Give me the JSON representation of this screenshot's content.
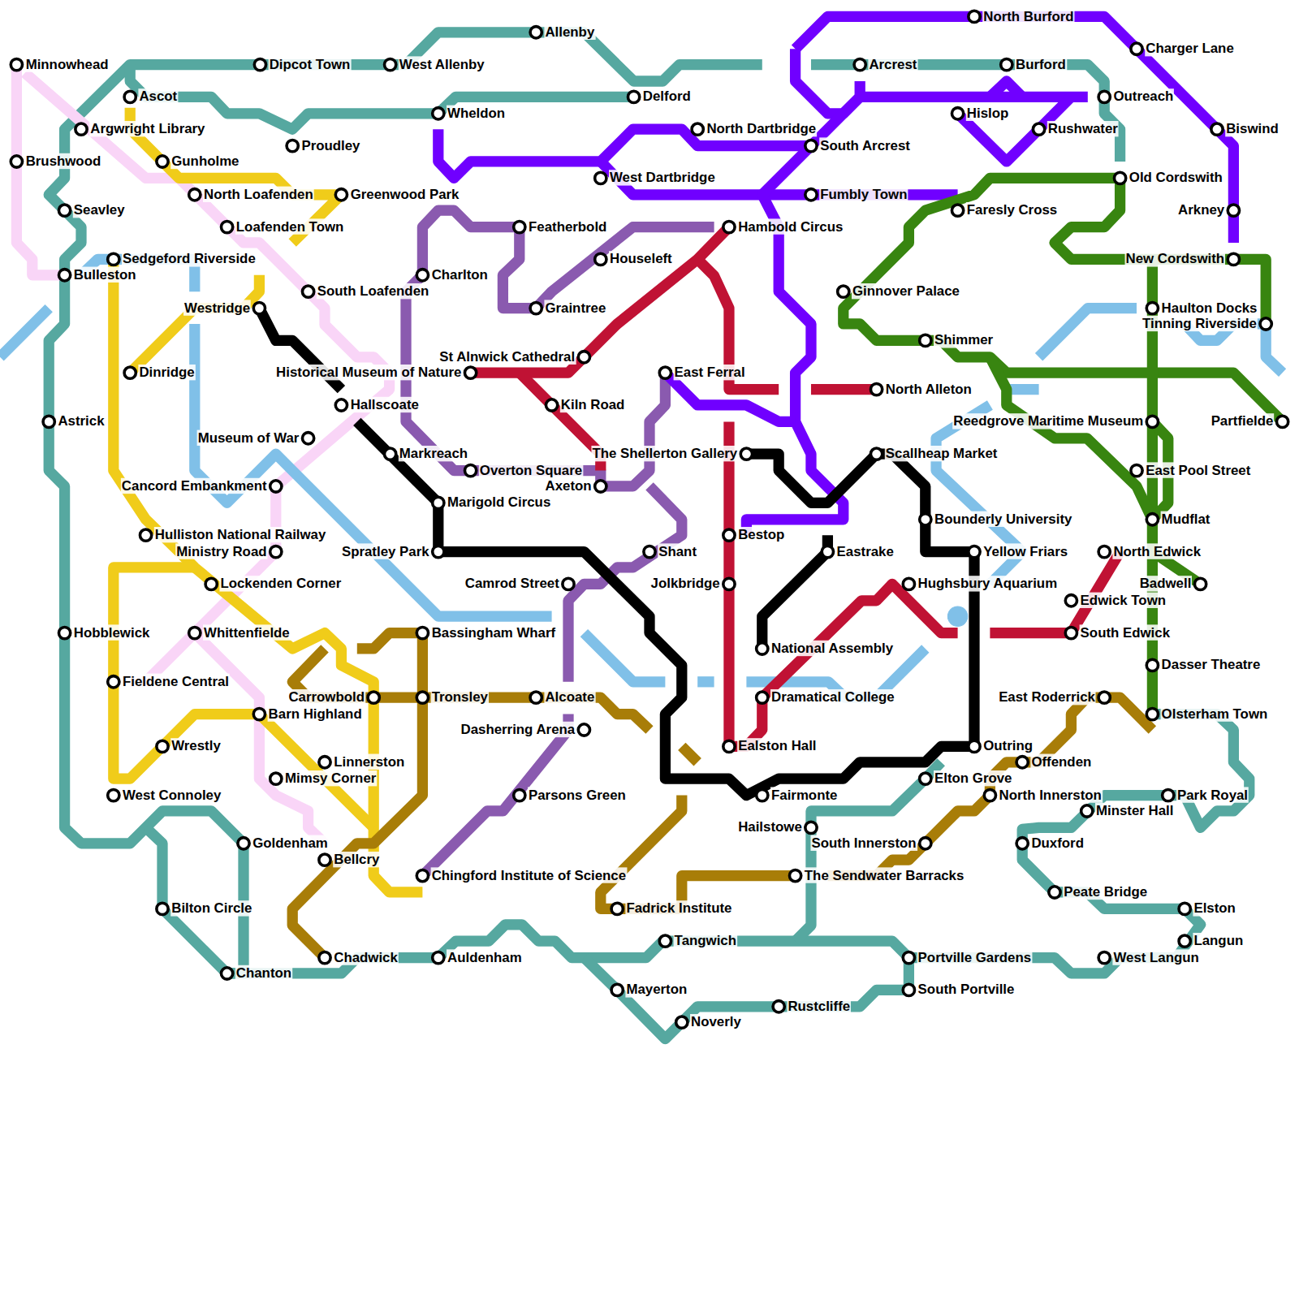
{
  "diagram": {
    "labels": [
      "Minnowhead",
      "Dipcot Town",
      "West Allenby",
      "Allenby",
      "Ascot",
      "Delford",
      "Argwright Library",
      "Wheldon",
      "Proudley",
      "Gunholme",
      "Brushwood",
      "North Loafenden",
      "Greenwood Park",
      "Seavley",
      "Loafenden Town",
      "Featherbold",
      "Sedgeford Riverside",
      "Houseleft",
      "Bulleston",
      "Charlton",
      "South Loafenden",
      "Westridge",
      "Graintree",
      "Dinridge",
      "Historical Museum of Nature",
      "St Alnwick Cathedral",
      "Kiln Road",
      "Hallscoate",
      "Astrick",
      "Museum of War",
      "Markreach",
      "Overton Square",
      "Cancord Embankment",
      "Axeton",
      "The Shellerton Gallery",
      "Marigold Circus",
      "Hulliston National Railway",
      "Ministry Road",
      "Spratley Park",
      "Shant",
      "Lockenden Corner",
      "Camrod Street",
      "Jolkbridge",
      "Hobblewick",
      "Whittenfielde",
      "Bassingham Wharf",
      "Fieldene Central",
      "Carrowbold",
      "Tronsley",
      "Alcoate",
      "Barn Highland",
      "Dasherring Arena",
      "Wrestly",
      "Linnerston",
      "Mimsy Corner",
      "Parsons Green",
      "West Connoley",
      "Goldenham",
      "Bellcry",
      "Chingford Institute of Science",
      "Bilton Circle",
      "Chadwick",
      "Auldenham",
      "Chanton",
      "Fadrick Institute",
      "Tangwich",
      "Mayerton",
      "Noverly",
      "Rustcliffe",
      "The Sendwater Barracks",
      "Hailstowe",
      "South Innerston",
      "Fairmonte",
      "Ealston Hall",
      "Dramatical College",
      "National Assembly",
      "Elton Grove",
      "Outring",
      "Offenden",
      "North Innerston",
      "East Roderrick",
      "Minster Hall",
      "Park Royal",
      "Duxford",
      "Peate Bridge",
      "Elston",
      "Langun",
      "West Langun",
      "Portville Gardens",
      "South Portville",
      "Olsterham Town",
      "Dasser Theatre",
      "South Edwick",
      "Edwick Town",
      "Badwell",
      "North Edwick",
      "Hughsbury Aquarium",
      "Yellow Friars",
      "Eastrake",
      "Bestop",
      "Bounderly University",
      "Mudflat",
      "East Pool Street",
      "Scallheap Market",
      "Reedgrove Maritime Museum",
      "Partfielde",
      "North Alleton",
      "East Ferral",
      "Shimmer",
      "Tinning Riverside",
      "Haulton Docks",
      "Ginnover Palace",
      "New Cordswith",
      "Hambold Circus",
      "Arkney",
      "Faresly Cross",
      "Fumbly Town",
      "Old Cordswith",
      "West Dartbridge",
      "South Arcrest",
      "North Dartbridge",
      "Hislop",
      "Rushwater",
      "Biswind",
      "Outreach",
      "Arcrest",
      "Burford",
      "Charger Lane",
      "North Burford"
    ]
  }
}
